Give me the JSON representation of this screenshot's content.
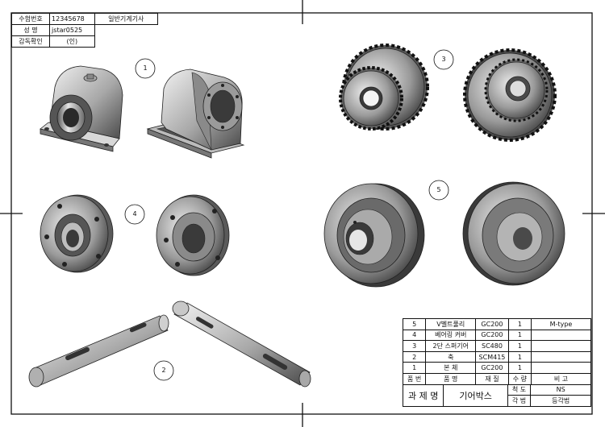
{
  "title_block": {
    "rows": [
      {
        "label": "수험번호",
        "value": "12345678",
        "extra": "일반기계기사"
      },
      {
        "label": "성  명",
        "value": "jstar0525",
        "extra": ""
      },
      {
        "label": "감독확인",
        "value": "(인)",
        "extra": ""
      }
    ]
  },
  "callouts": [
    "1",
    "2",
    "3",
    "4",
    "5"
  ],
  "bom": {
    "rows": [
      {
        "no": "5",
        "name": "V벨트풀리",
        "material": "GC200",
        "qty": "1",
        "note": "M-type"
      },
      {
        "no": "4",
        "name": "베어링 커버",
        "material": "GC200",
        "qty": "1",
        "note": ""
      },
      {
        "no": "3",
        "name": "2단 스퍼기어",
        "material": "SC480",
        "qty": "1",
        "note": ""
      },
      {
        "no": "2",
        "name": "축",
        "material": "SCM415",
        "qty": "1",
        "note": ""
      },
      {
        "no": "1",
        "name": "본  체",
        "material": "GC200",
        "qty": "1",
        "note": ""
      }
    ],
    "header": {
      "no": "품 번",
      "name": "품    명",
      "material": "재 질",
      "qty": "수 량",
      "note": "비 고"
    },
    "project_label": "과 제 명",
    "project_name": "기어박스",
    "scale_label": "척 도",
    "scale_value": "NS",
    "angle_label": "각 법",
    "angle_value": "등각법"
  }
}
